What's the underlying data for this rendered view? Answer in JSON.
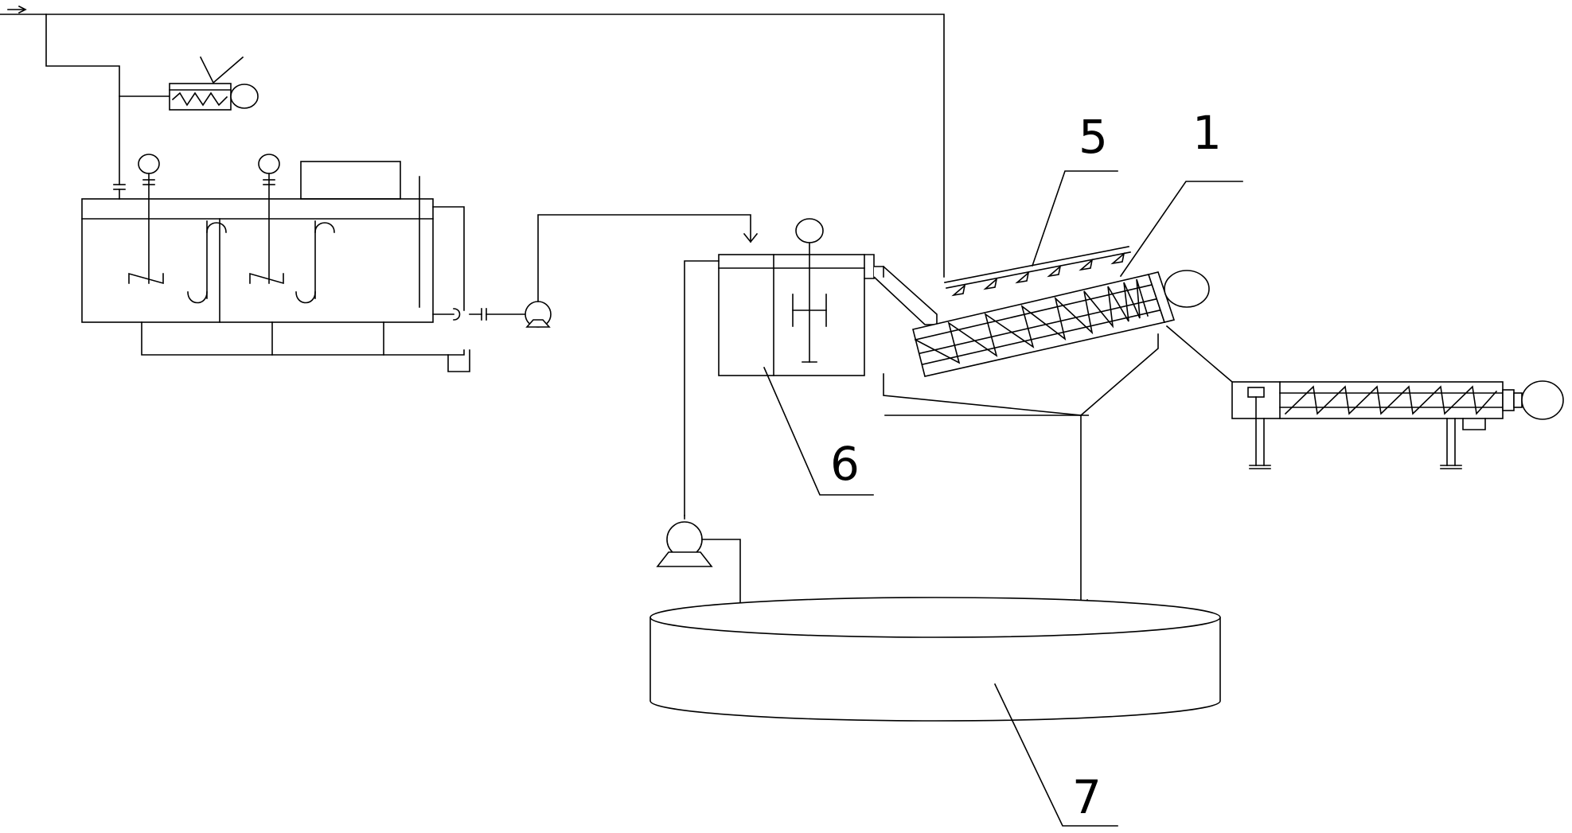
{
  "labels": {
    "one": "1",
    "five": "5",
    "six": "6",
    "seven": "7"
  },
  "colors": {
    "line": "#000000",
    "background": "#ffffff"
  }
}
